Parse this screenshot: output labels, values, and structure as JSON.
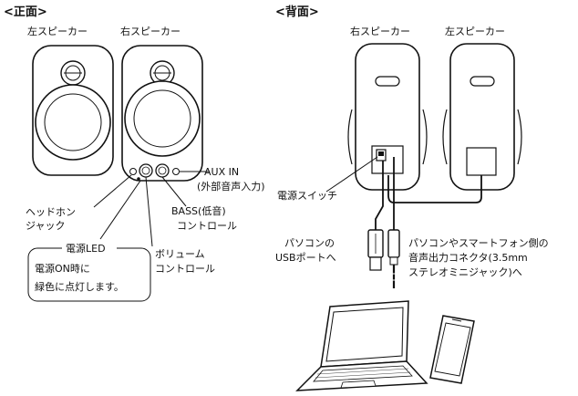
{
  "front": {
    "heading": "<正面>",
    "left_speaker_label": "左スピーカー",
    "right_speaker_label": "右スピーカー",
    "aux_in_label": "AUX IN",
    "aux_in_sub": "(外部音声入力)",
    "headphone_label_1": "ヘッドホン",
    "headphone_label_2": "ジャック",
    "bass_label_1": "BASS(低音)",
    "bass_label_2": "コントロール",
    "volume_label_1": "ボリューム",
    "volume_label_2": "コントロール",
    "led_box_title": "電源LED",
    "led_box_line1": "電源ON時に",
    "led_box_line2": "緑色に点灯します。"
  },
  "back": {
    "heading": "<背面>",
    "right_speaker_label": "右スピーカー",
    "left_speaker_label": "左スピーカー",
    "power_switch_label": "電源スイッチ",
    "usb_label_1": "パソコンの",
    "usb_label_2": "USBポートへ",
    "audio_label_1": "パソコンやスマートフォン側の",
    "audio_label_2": "音声出力コネクタ(3.5mm",
    "audio_label_3": "ステレオミニジャック)へ"
  }
}
